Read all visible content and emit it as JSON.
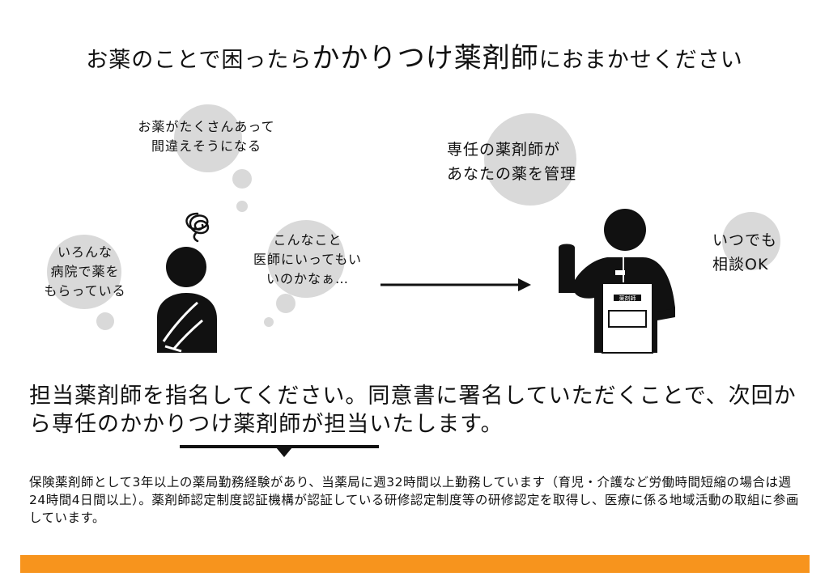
{
  "title": {
    "prefix": "お薬のことで困ったら",
    "emphasis": "かかりつけ薬剤師",
    "suffix": "におまかせください"
  },
  "bubbles": {
    "left_top": "お薬がたくさんあって\n間違えそうになる",
    "left_side": "いろんな\n病院で薬を\nもらっている",
    "left_right": "こんなこと\n医師にいってもいいのかなぁ…",
    "right_top": "専任の薬剤師が\nあなたの薬を管理",
    "right_side": "いつでも\n相談OK"
  },
  "badge_label": "薬剤師",
  "headline": "担当薬剤師を指名してください。同意書に署名していただくことで、次回から専任のかかりつけ薬剤師が担当いたします。",
  "body_text": "保険薬剤師として3年以上の薬局勤務経験があり、当薬局に週32時間以上勤務しています（育児・介護など労働時間短縮の場合は週24時間4日間以上）。薬剤師認定制度認証機構が認証している研修認定制度等の研修認定を取得し、医療に係る地域活動の取組に参画しています。",
  "colors": {
    "bubble": "#d9d9d9",
    "accent_bar": "#f7941d",
    "ink": "#111111"
  },
  "icons": [
    "confused-scribble-icon",
    "patient-figure-icon",
    "pharmacist-figure-icon",
    "arrow-right-icon"
  ]
}
